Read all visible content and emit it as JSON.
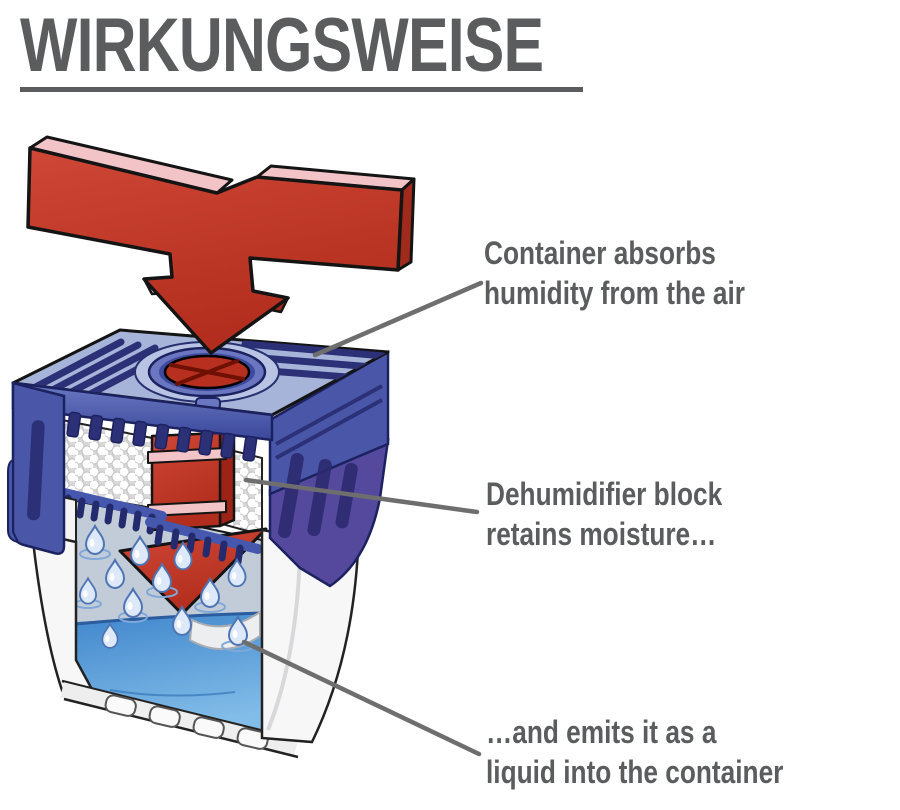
{
  "title": "WIRKUNGSWEISE",
  "annotations": {
    "absorb": {
      "line1": "Container absorbs",
      "line2": "humidity from the air"
    },
    "block": {
      "line1": "Dehumidifier block",
      "line2": "retains moisture…"
    },
    "emit": {
      "line1": "…and emits it as a",
      "line2": "liquid into the container"
    }
  },
  "diagram": {
    "subject": "dehumidifier-cutaway",
    "parts": [
      "airflow-arrow",
      "container-lid",
      "air-intake-opening",
      "desiccant-granules",
      "inner-flow-arrow",
      "drip-grate",
      "water-droplets",
      "collected-water",
      "container-shell"
    ]
  },
  "palette": {
    "text-gray": "#5b5c5e",
    "leader-gray": "#6e6e6e",
    "red-main": "#c23a2b",
    "red-dark": "#a02a1c",
    "red-light": "#f2c4c7",
    "blue-lid-top": "#a7b4da",
    "blue-mid": "#4a57a9",
    "blue-navy": "#2c3177",
    "blue-skirt": "#55499d",
    "water-blue": "#4189ce",
    "droplet-blue": "#dde9f8",
    "wall-white": "#f7f7f8"
  }
}
